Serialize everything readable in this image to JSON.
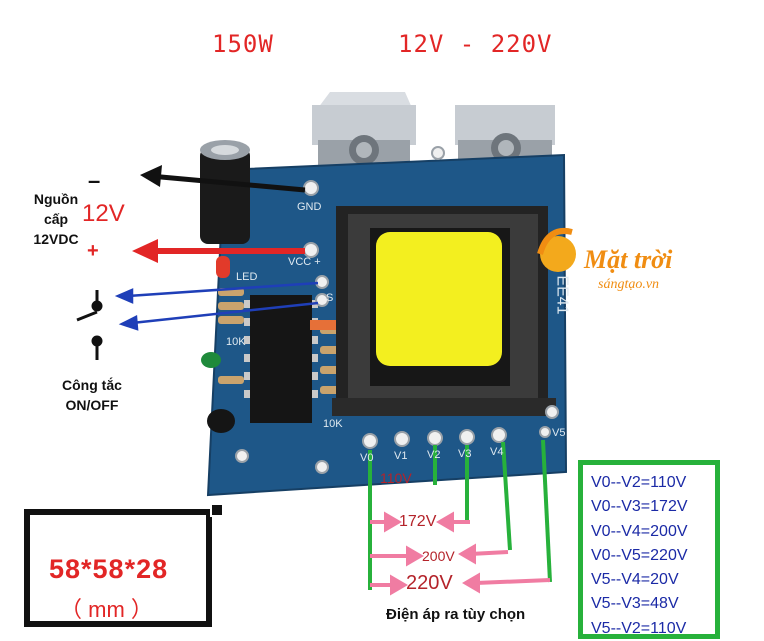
{
  "header": {
    "power": "150W",
    "voltage_range": "12V - 220V"
  },
  "left_labels": {
    "source": "Nguồn\ncấp\n12VDC",
    "minus": "–",
    "volts": "12V",
    "plus": "+",
    "switch": "Công tắc\nON/OFF"
  },
  "board_pins": {
    "gnd": "GND",
    "vcc": "VCC +",
    "s": "S",
    "led": "LED",
    "resistor_a": "10K",
    "resistor_b": "10K",
    "core_marking": "EE41",
    "v0": "V0",
    "v1": "V1",
    "v2": "V2",
    "v3": "V3",
    "v4": "V4",
    "v5": "V5"
  },
  "outputs": {
    "v110": "110V",
    "v172": "172V",
    "v200": "200V",
    "v220": "220V",
    "caption": "Điện áp ra tùy chọn"
  },
  "dimensions": {
    "size": "58*58*28",
    "unit": "（ mm ）"
  },
  "spec_list": [
    "V0--V2=110V",
    "V0--V3=172V",
    "V0--V4=200V",
    "V0--V5=220V",
    "V5--V4=20V",
    "V5--V3=48V",
    "V5--V2=110V"
  ],
  "logo": {
    "brand": "Mặt trời",
    "domain": "sángtạo.vn"
  },
  "colors": {
    "red": "#e22626",
    "blue_arrow": "#1f3fb8",
    "green_wire": "#27b13b",
    "pink_arrow": "#f07ca2",
    "board_blue": "#1e5788",
    "core_yellow": "#f3ef1f"
  }
}
